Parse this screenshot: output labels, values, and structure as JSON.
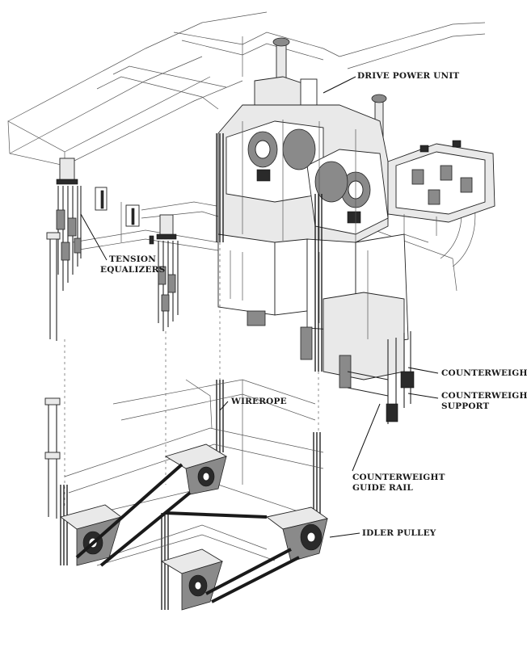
{
  "labels": {
    "drive_power_unit": "DRIVE POWER UNIT",
    "tension_equalizers_1": "TENSION",
    "tension_equalizers_2": "EQUALIZERS",
    "wirerope": "WIREROPE",
    "counterweight": "COUNTERWEIGHT",
    "counterweight_support_1": "COUNTERWEIGHT",
    "counterweight_support_2": "SUPPORT",
    "counterweight_guide_rail_1": "COUNTERWEIGHT",
    "counterweight_guide_rail_2": "GUIDE RAIL",
    "idler_pulley": "IDLER PULLEY"
  }
}
